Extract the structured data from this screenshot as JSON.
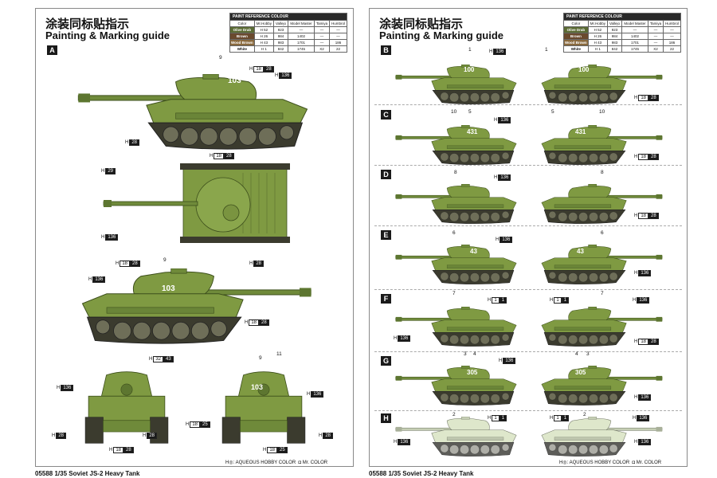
{
  "pages": [
    {
      "title_cn": "涂装同标贴指示",
      "title_en": "Painting & Marking guide"
    },
    {
      "title_cn": "涂装同标贴指示",
      "title_en": "Painting & Marking guide"
    }
  ],
  "reference": {
    "header": "PAINT REFERENCE COLOUR",
    "cols": [
      "Color",
      "Mr.Hobby",
      "Vallejo",
      "Model Master",
      "Tamiya",
      "Humbrol"
    ],
    "rows": [
      {
        "color": "Olive Drab",
        "hobby": "H 52",
        "vallejo": "923",
        "model": "—",
        "tamiya": "—",
        "humbrol": "—",
        "hex": "#5b6b34"
      },
      {
        "color": "Brown",
        "hobby": "H 26",
        "vallejo": "984",
        "model": "1402",
        "tamiya": "—",
        "humbrol": "—",
        "hex": "#6a4a2e"
      },
      {
        "color": "Wood Brown",
        "hobby": "H 43",
        "vallejo": "983",
        "model": "1701",
        "tamiya": "—",
        "humbrol": "186",
        "hex": "#8a6a3e"
      },
      {
        "color": "White",
        "hobby": "H 1",
        "vallejo": "842",
        "model": "1745",
        "tamiya": "X2",
        "humbrol": "22",
        "hex": "#ffffff"
      }
    ]
  },
  "sections": [
    "A",
    "B",
    "C",
    "D",
    "E",
    "F",
    "G",
    "H"
  ],
  "turret_numbers": {
    "a": "103",
    "b": "100",
    "c": "431",
    "e": "43",
    "g": "305"
  },
  "callouts": {
    "n1": "1",
    "n2": "2",
    "n3": "3",
    "n4": "4",
    "n5": "5",
    "n6": "6",
    "n7": "7",
    "n8": "8",
    "n9": "9",
    "n10": "10",
    "n11": "11"
  },
  "codes": {
    "c136": {
      "h": "H",
      "n": "136"
    },
    "c28": {
      "h": "H",
      "n": "28"
    },
    "c29": {
      "h": "H",
      "n": "29"
    },
    "c43": {
      "h": "H",
      "n": "43"
    },
    "c25": {
      "h": "H",
      "n": "25"
    },
    "c1": {
      "h": "H",
      "n": "1"
    },
    "c18_28": {
      "h": "H",
      "a": "18",
      "n": "28"
    },
    "c32_43": {
      "h": "H",
      "a": "32",
      "n": "43"
    },
    "c18_25": {
      "h": "H",
      "a": "18",
      "n": "25"
    }
  },
  "legend": {
    "aqueous": "H◎: AQUEOUS HOBBY COLOR",
    "mr": "Mr. COLOR"
  },
  "footer": "05588 1/35  Soviet JS-2 Heavy Tank",
  "colors": {
    "green": "#7f9a42",
    "green_dark": "#56702a",
    "track": "#3b3b2e",
    "white_camo": "#d8d8cc"
  }
}
